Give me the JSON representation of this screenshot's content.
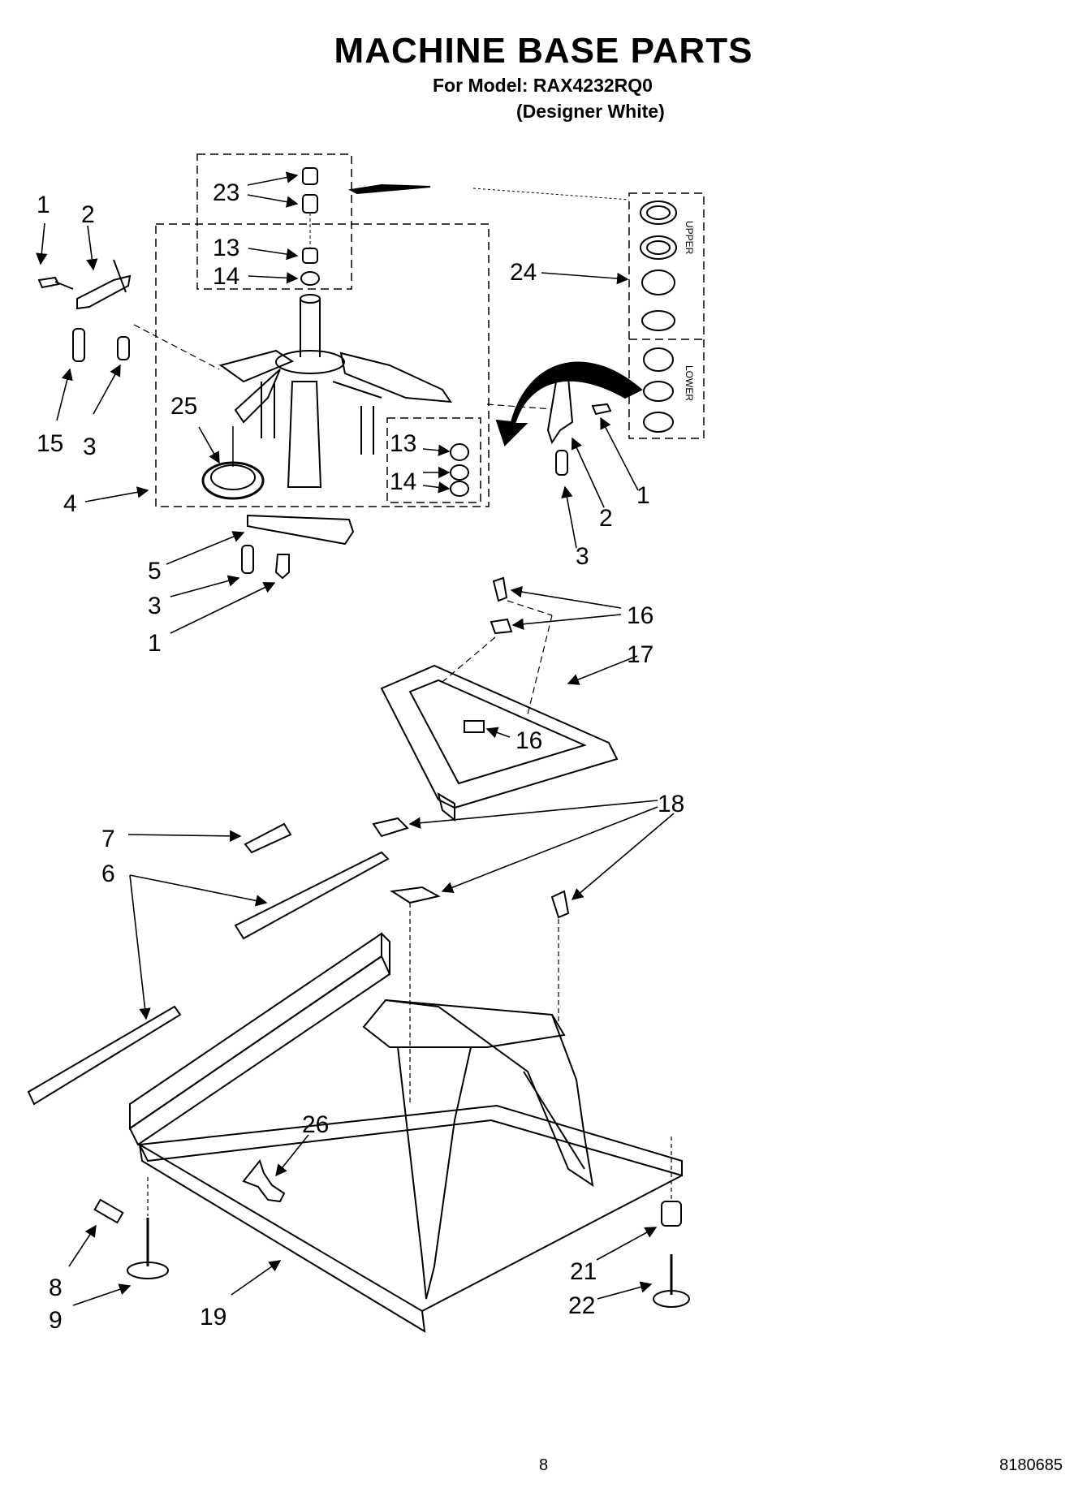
{
  "header": {
    "title": "MACHINE BASE PARTS",
    "model_line": "For Model: RAX4232RQ0",
    "color_line": "(Designer White)"
  },
  "callouts": {
    "n1a": "1",
    "n2a": "2",
    "n15": "15",
    "n3a": "3",
    "n23": "23",
    "n13a": "13",
    "n14a": "14",
    "n24": "24",
    "n25": "25",
    "n4": "4",
    "n13b": "13",
    "n14b": "14",
    "n1b": "1",
    "n2b": "2",
    "n3b": "3",
    "n5": "5",
    "n3c": "3",
    "n1c": "1",
    "n16a": "16",
    "n17": "17",
    "n16b": "16",
    "n18": "18",
    "n7": "7",
    "n6": "6",
    "n26": "26",
    "n8": "8",
    "n9": "9",
    "n19": "19",
    "n21": "21",
    "n22": "22"
  },
  "bearing_labels": {
    "upper": "UPPER",
    "lower": "LOWER"
  },
  "footer": {
    "page_number": "8",
    "doc_number": "8180685"
  }
}
